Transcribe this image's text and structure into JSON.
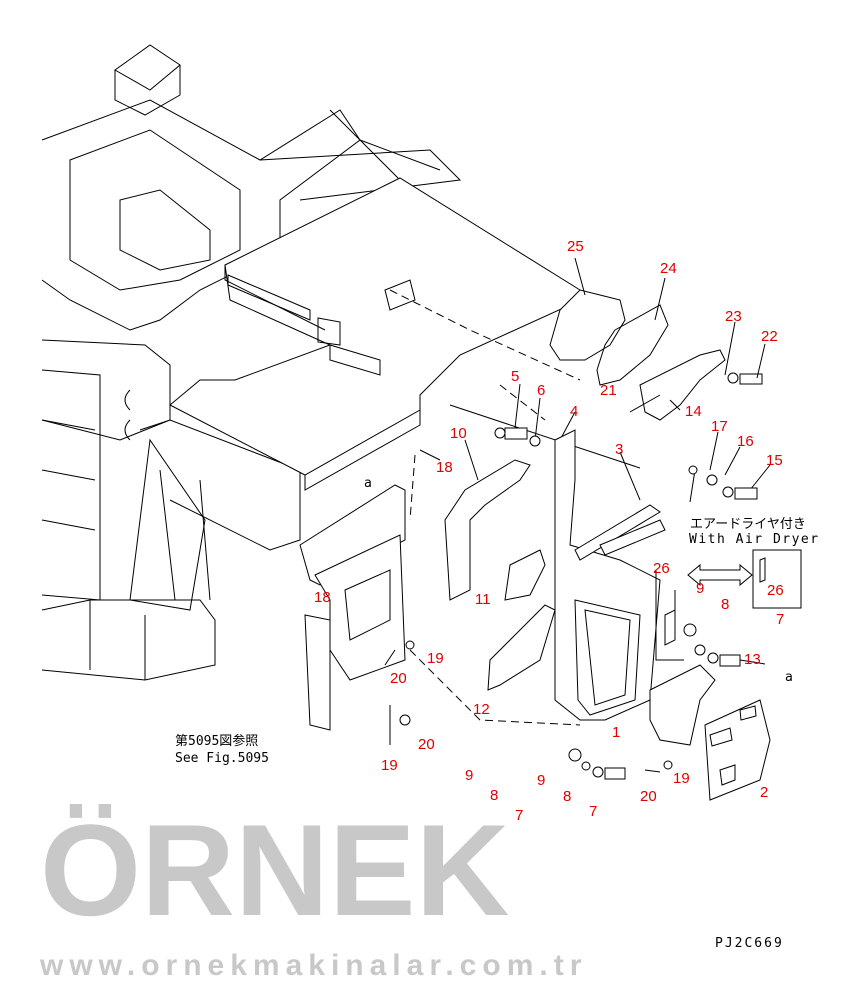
{
  "watermark": {
    "brand": "ÖRNEK",
    "url": "www.ornekmakinalar.com.tr"
  },
  "callouts": [
    "1",
    "2",
    "3",
    "4",
    "5",
    "6",
    "7",
    "7",
    "7",
    "8",
    "8",
    "8",
    "9",
    "9",
    "9",
    "10",
    "11",
    "12",
    "13",
    "14",
    "15",
    "16",
    "17",
    "18",
    "18",
    "19",
    "19",
    "19",
    "20",
    "20",
    "20",
    "21",
    "22",
    "23",
    "24",
    "25",
    "26",
    "26"
  ],
  "labels": {
    "ref_a_left": "a",
    "ref_a_right": "a",
    "air_dryer_jp": "エアードライヤ付き",
    "air_dryer_en": "With Air Dryer",
    "see_fig_jp": "第5095図参照",
    "see_fig_en": "See Fig.5095",
    "drawing_code": "PJ2C669"
  },
  "colors": {
    "callout": "#e00000",
    "line": "#000000",
    "watermark": "#c8c8c8"
  }
}
